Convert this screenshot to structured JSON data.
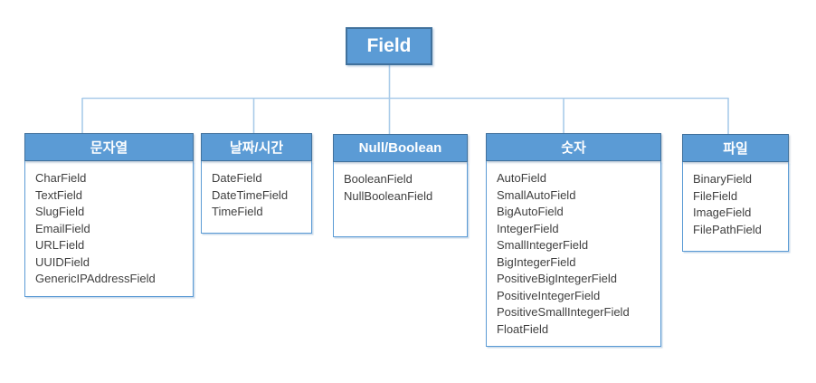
{
  "diagram": {
    "root": {
      "label": "Field"
    },
    "categories": [
      {
        "name": "문자열",
        "items": [
          "CharField",
          "TextField",
          "SlugField",
          "EmailField",
          "URLField",
          "UUIDField",
          "GenericIPAddressField"
        ]
      },
      {
        "name": "날짜/시간",
        "items": [
          "DateField",
          "DateTimeField",
          "TimeField"
        ]
      },
      {
        "name": "Null/Boolean",
        "items": [
          "BooleanField",
          "NullBooleanField"
        ]
      },
      {
        "name": "숫자",
        "items": [
          "AutoField",
          "SmallAutoField",
          "BigAutoField",
          "IntegerField",
          "SmallIntegerField",
          "BigIntegerField",
          "PositiveBigIntegerField",
          "PositiveIntegerField",
          "PositiveSmallIntegerField",
          "FloatField"
        ]
      },
      {
        "name": "파일",
        "items": [
          "BinaryField",
          "FileField",
          "ImageField",
          "FilePathField"
        ]
      }
    ],
    "colors": {
      "node_fill": "#5B9BD5",
      "node_border": "#41719C",
      "body_border": "#5B9BD5",
      "connector": "#A9CBE9",
      "header_text": "#FFFFFF",
      "body_text": "#404040",
      "background": "#FFFFFF"
    }
  }
}
